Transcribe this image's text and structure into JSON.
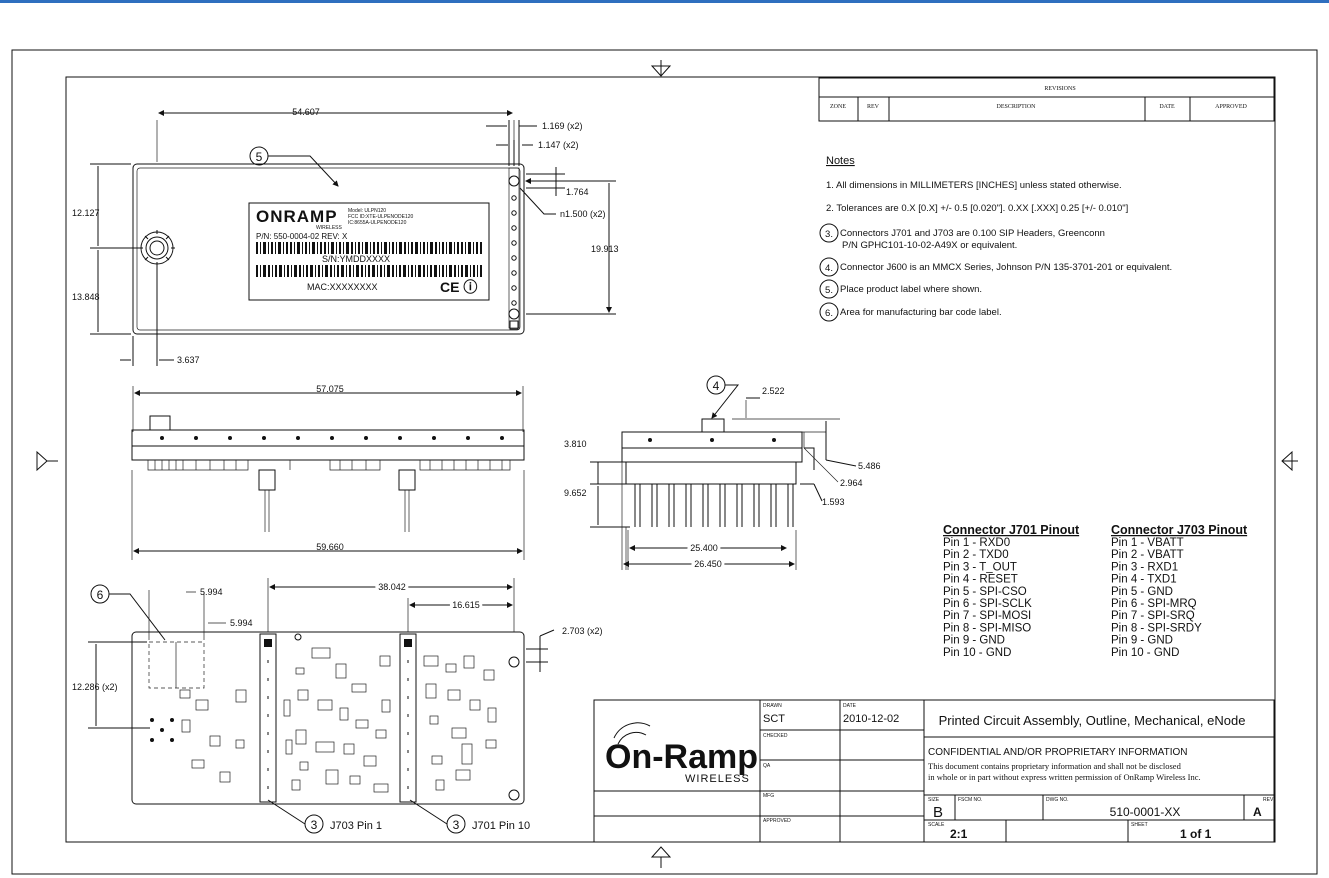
{
  "dims": {
    "d54607": "54.607",
    "d1169": "1.169 (x2)",
    "d1147": "1.147 (x2)",
    "d1764": "1.764",
    "dn1500": "n1.500  (x2)",
    "d12127": "12.127",
    "d13848": "13.848",
    "d19913": "19.913",
    "d3637": "3.637",
    "d57075": "57.075",
    "d59660": "59.660",
    "d2522": "2.522",
    "d3810": "3.810",
    "d9652": "9.652",
    "d5486": "5.486",
    "d2964": "2.964",
    "d1593": "1.593",
    "d25400": "25.400",
    "d26450": "26.450",
    "d5994a": "5.994",
    "d5994b": "5.994",
    "d38042": "38.042",
    "d16615": "16.615",
    "d2703": "2.703 (x2)",
    "d12286": "12.286 (x2)"
  },
  "callouts": {
    "c5": "5",
    "c4": "4",
    "c6": "6",
    "c3a": "3",
    "c3b": "3",
    "j703": "J703 Pin 1",
    "j701": "J701 Pin 10"
  },
  "label": {
    "brand": "ONRAMP",
    "sub": "WIRELESS",
    "model1": "Model: ULPN120",
    "model2": "FCC ID:XTE-ULPENODE120",
    "model3": "IC:8655A-ULPENODE120",
    "pn": "P/N: 550-0004-02   REV: X",
    "sn": "S/N:YMDDXXXX",
    "mac": "MAC:XXXXXXXX",
    "ce": "CE ⓘ"
  },
  "revisions": {
    "title": "REVISIONS",
    "cols": [
      "ZONE",
      "REV",
      "DESCRIPTION",
      "DATE",
      "APPROVED"
    ]
  },
  "notes": {
    "heading": "Notes",
    "n1": "1. All dimensions  in MILLIMETERS [INCHES] unless stated otherwise.",
    "n2": "2. Tolerances  are 0.X [0.X] +/- 0.5 [0.020\"]. 0.XX [.XXX] 0.25 [+/- 0.010\"]",
    "n3num": "3.",
    "n3a": "Connectors J701 and J703 are 0.100 SIP Headers, Greenconn",
    "n3b": "P/N GPHC101-10-02-A49X or equivalent.",
    "n4num": "4.",
    "n4": "Connector J600 is an MMCX Series, Johnson P/N 135-3701-201 or equivalent.",
    "n5num": "5.",
    "n5": "Place  product label where shown.",
    "n6num": "6.",
    "n6": "Area for manufacturing  bar code label."
  },
  "pinout": {
    "j701_title": "Connector J701 Pinout",
    "j701": [
      "Pin 1 - RXD0",
      "Pin 2 - TXD0",
      "Pin 3 - T_OUT",
      "Pin 4 - RESET",
      "Pin 5 - SPI-CSO",
      "Pin 6 - SPI-SCLK",
      "Pin 7 - SPI-MOSI",
      "Pin 8 - SPI-MISO",
      "Pin 9 - GND",
      "Pin 10 - GND"
    ],
    "j703_title": "Connector J703 Pinout",
    "j703": [
      "Pin 1 - VBATT",
      "Pin 2 - VBATT",
      "Pin 3 - RXD1",
      "Pin 4 - TXD1",
      "Pin 5 - GND",
      "Pin 6 - SPI-MRQ",
      "Pin 7 - SPI-SRQ",
      "Pin 8 - SPI-SRDY",
      "Pin 9 - GND",
      "Pin 10 - GND"
    ]
  },
  "titleblock": {
    "logo": "On-Ramp",
    "logo_sub": "WIRELESS",
    "drawn_lbl": "DRAWN",
    "drawn": "SCT",
    "date_lbl": "DATE",
    "date": "2010-12-02",
    "checked_lbl": "CHECKED",
    "qa_lbl": "QA",
    "mfg_lbl": "MFG",
    "approved_lbl": "APPROVED",
    "title": "Printed Circuit Assembly, Outline, Mechanical, eNode",
    "conf": "CONFIDENTIAL AND/OR PROPRIETARY INFORMATION",
    "conf1": "This document contains proprietary information and shall not be disclosed",
    "conf2": "in whole or in part without express written permission of OnRamp Wireless Inc.",
    "size_lbl": "SIZE",
    "size": "B",
    "fscm_lbl": "FSCM NO.",
    "dwg_lbl": "DWG NO.",
    "dwg": "510-0001-XX",
    "rev_lbl": "REV",
    "rev": "A",
    "scale_lbl": "SCALE",
    "scale": "2:1",
    "sheet_lbl": "SHEET",
    "sheet": "1 of 1"
  }
}
